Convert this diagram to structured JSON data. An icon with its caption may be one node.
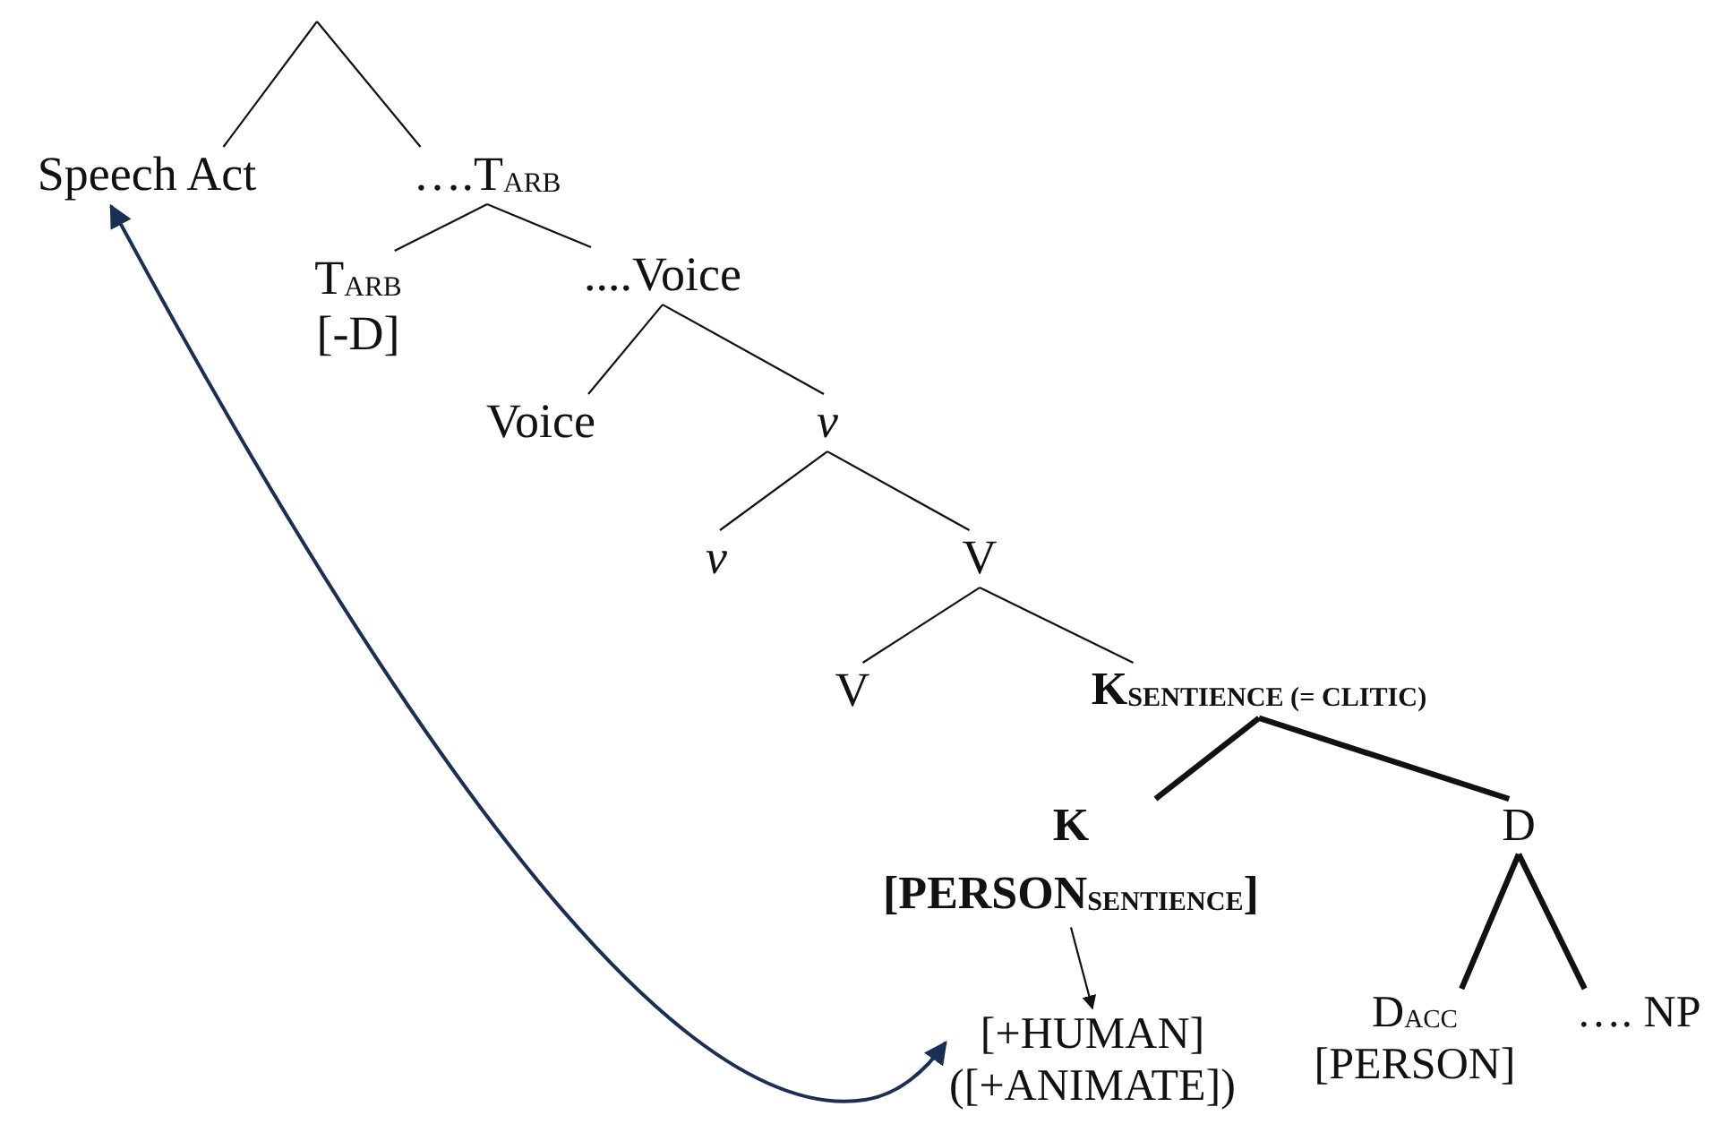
{
  "diagram": {
    "nodes": [
      {
        "text": [
          "Speech Act"
        ]
      },
      {
        "text": [
          "….T$_{ARB}$"
        ]
      },
      {
        "text": [
          "T$_{ARB}$",
          "[-D]"
        ]
      },
      {
        "text": [
          "....Voice"
        ]
      },
      {
        "text": [
          "Voice"
        ]
      },
      {
        "text": [
          "v"
        ]
      },
      {
        "text": [
          "v"
        ]
      },
      {
        "text": [
          "V"
        ]
      },
      {
        "text": [
          "V"
        ]
      },
      {
        "text": [
          "K$_{SENTIENCE (= CLITIC)}$"
        ]
      },
      {
        "text": [
          "K",
          "[PERSON$_{SENTIENCE}$]"
        ]
      },
      {
        "text": [
          "[+HUMAN]",
          "([+ANIMATE])"
        ]
      },
      {
        "text": [
          "D"
        ]
      },
      {
        "text": [
          "D$_{ACC}$",
          "[PERSON]"
        ]
      },
      {
        "text": [
          "…. NP"
        ]
      }
    ],
    "edges": [
      {
        "from": null,
        "to": 0,
        "arrow": "none"
      },
      {
        "from": null,
        "to": 1,
        "arrow": "none"
      },
      {
        "from": 1,
        "to": 2,
        "arrow": "none"
      },
      {
        "from": 1,
        "to": 3,
        "arrow": "none"
      },
      {
        "from": 3,
        "to": 4,
        "arrow": "none"
      },
      {
        "from": 3,
        "to": 5,
        "arrow": "none"
      },
      {
        "from": 5,
        "to": 6,
        "arrow": "none"
      },
      {
        "from": 5,
        "to": 7,
        "arrow": "none"
      },
      {
        "from": 7,
        "to": 8,
        "arrow": "none"
      },
      {
        "from": 7,
        "to": 9,
        "arrow": "none"
      },
      {
        "from": 9,
        "to": 10,
        "arrow": "none",
        "style": "thick"
      },
      {
        "from": 9,
        "to": 12,
        "arrow": "none",
        "style": "thick"
      },
      {
        "from": 12,
        "to": 13,
        "arrow": "none",
        "style": "thick"
      },
      {
        "from": 12,
        "to": 14,
        "arrow": "none",
        "style": "thick"
      },
      {
        "from": 10,
        "to": 11,
        "arrow": "to"
      },
      {
        "from": 0,
        "to": 11,
        "arrow": "both",
        "color": "#1b2f55"
      }
    ]
  }
}
